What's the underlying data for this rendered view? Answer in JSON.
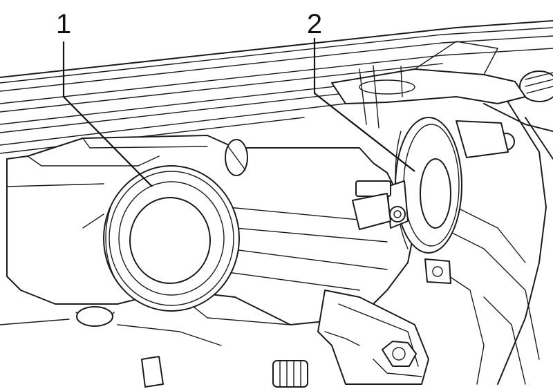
{
  "callouts": [
    {
      "id": "1",
      "label": "1"
    },
    {
      "id": "2",
      "label": "2"
    }
  ],
  "colors": {
    "line": "#1a1a1a",
    "background": "#ffffff"
  }
}
